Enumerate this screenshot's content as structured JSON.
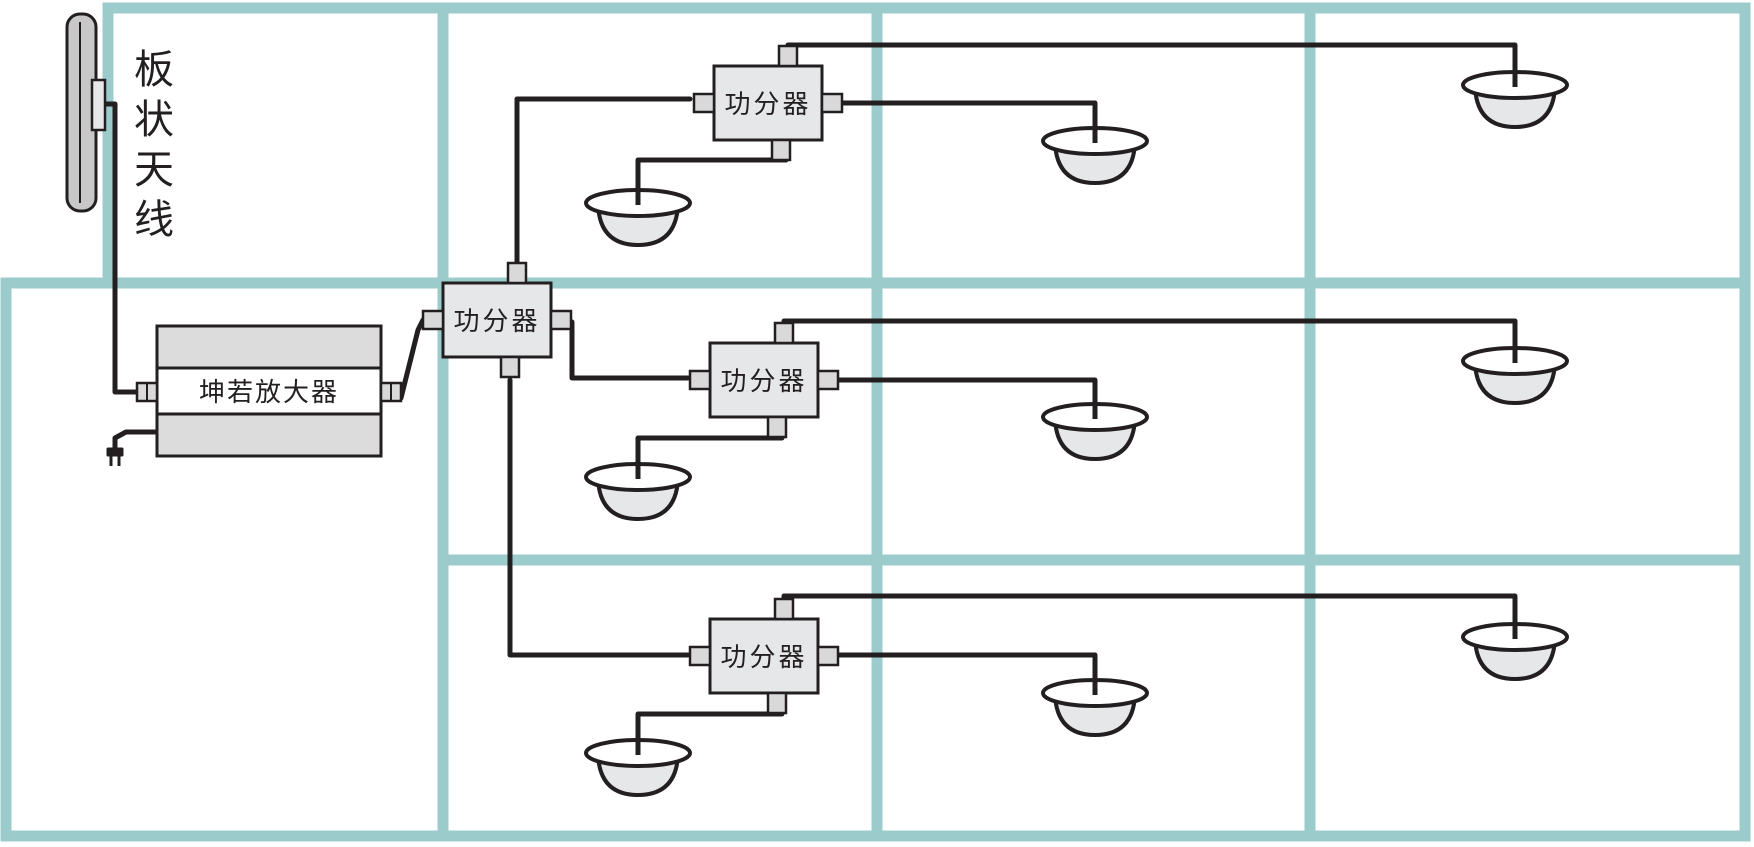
{
  "antenna": {
    "label_chars": [
      "板",
      "状",
      "天",
      "线"
    ]
  },
  "amplifier": {
    "label": "坤若放大器"
  },
  "splitters": {
    "main": "功分器",
    "row1": "功分器",
    "row2": "功分器",
    "row3": "功分器"
  },
  "colors": {
    "wall": "#9ccbcc",
    "cable": "#231f20",
    "box_fill": "#e6e7e8",
    "amp_fill": "#dcdcdc",
    "connector_fill": "#d9d9d9"
  }
}
